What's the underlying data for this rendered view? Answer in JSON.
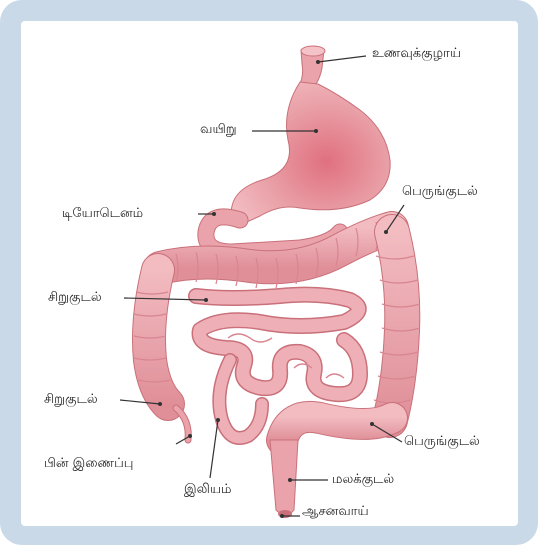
{
  "colors": {
    "frame": "#c9d9e7",
    "organ_fill": "#eaa3aa",
    "organ_light": "#f4c3c7",
    "organ_dark": "#c9707a",
    "leader_line": "#333333"
  },
  "labels": {
    "esophagus": "உணவுக்குழாய்",
    "stomach": "வயிறு",
    "large_intestine_top": "பெருங்குடல்",
    "duodenum": "டியோடெனம்",
    "small_intestine_upper": "சிறுகுடல்",
    "small_intestine_lower": "சிறுகுடல்",
    "appendix": "பின் இணைப்பு",
    "large_intestine_bottom": "பெருங்குடல்",
    "rectum": "மலக்குடல்",
    "ileum": "இலியம்",
    "anus": "ஆசனவாய்"
  }
}
